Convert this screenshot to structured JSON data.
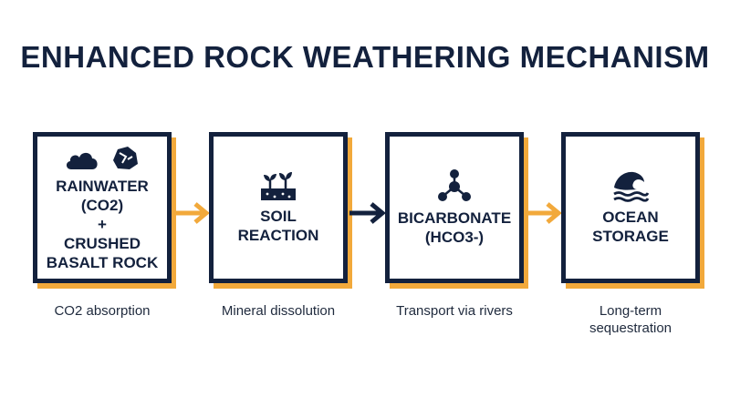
{
  "title": "ENHANCED ROCK WEATHERING MECHANISM",
  "colors": {
    "navy": "#13213d",
    "accent": "#f2a93b",
    "background": "#ffffff"
  },
  "stages": [
    {
      "label": "RAINWATER\n(CO2)\n+\nCRUSHED\nBASALT ROCK",
      "caption": "CO2 absorption",
      "icons": [
        "cloud-icon",
        "rock-icon"
      ]
    },
    {
      "label": "SOIL\nREACTION",
      "caption": "Mineral dissolution",
      "icons": [
        "sprout-soil-icon"
      ]
    },
    {
      "label": "BICARBONATE\n(HCO3-)",
      "caption": "Transport via rivers",
      "icons": [
        "molecule-icon"
      ]
    },
    {
      "label": "OCEAN\nSTORAGE",
      "caption": "Long-term\nsequestration",
      "icons": [
        "wave-icon"
      ]
    }
  ],
  "arrows": [
    {
      "from": 1,
      "to": 2,
      "color": "accent"
    },
    {
      "from": 2,
      "to": 3,
      "color": "navy"
    },
    {
      "from": 3,
      "to": 4,
      "color": "accent"
    }
  ]
}
